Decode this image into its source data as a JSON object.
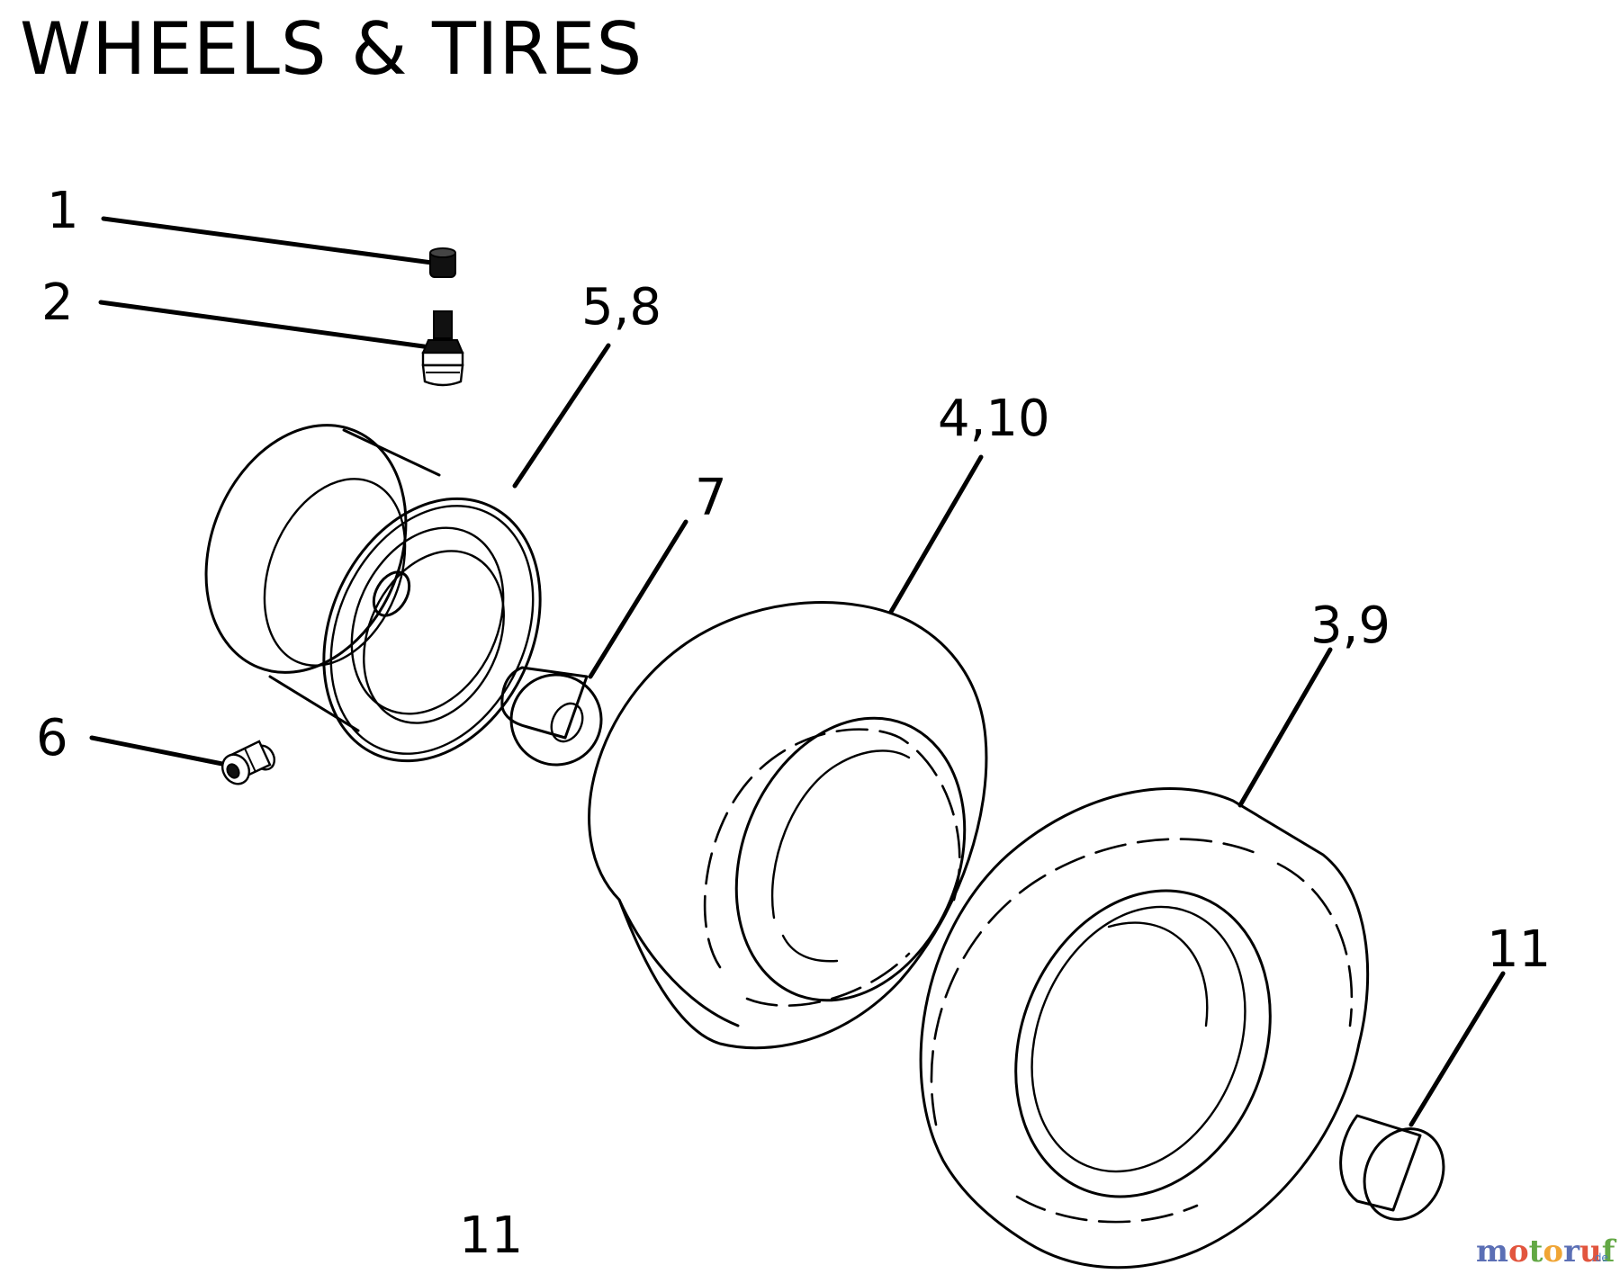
{
  "title": "WHEELS & TIRES",
  "callouts": {
    "c1": "1",
    "c2": "2",
    "c58": "5,8",
    "c410": "4,10",
    "c7": "7",
    "c39": "3,9",
    "c6": "6",
    "c11": "11"
  },
  "page_number": "11",
  "watermark": {
    "letters": [
      "m",
      "o",
      "t",
      "o",
      "r",
      "u",
      "f"
    ],
    "colors": [
      "#5b6fb5",
      "#e2553e",
      "#63a845",
      "#f0a535",
      "#5b6fb5",
      "#e2553e",
      "#63a845"
    ],
    "suffix": ".de"
  }
}
